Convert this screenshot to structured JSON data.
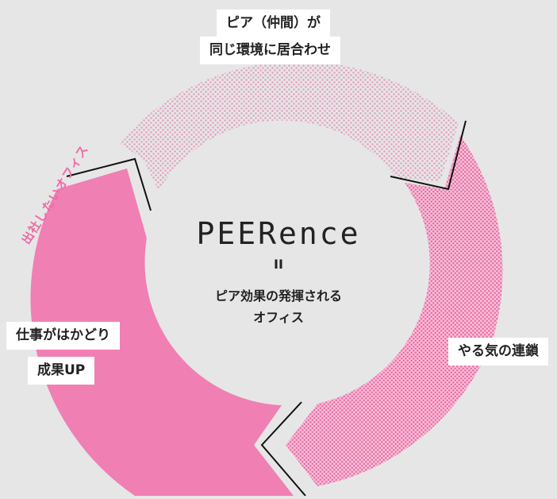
{
  "diagram": {
    "top_label": [
      "ピア（仲間）が",
      "同じ環境に居合わせ"
    ],
    "right_label": "やる気の連鎖",
    "left_label": [
      "仕事がはかどり",
      "成果UP"
    ],
    "side_text": "出社したいオフィス",
    "center": {
      "logo": "PEERence",
      "equals": "II",
      "line1": "ピア効果の発揮される",
      "line2": "オフィス"
    }
  },
  "colors": {
    "background": "#e6e6e6",
    "pink_solid": "#f07fb3",
    "pink_dots": "#ee6aa6",
    "light_dots": "#e9a9c6",
    "center_fill": "#e6e6e6",
    "text": "#222222",
    "line": "#111111"
  }
}
